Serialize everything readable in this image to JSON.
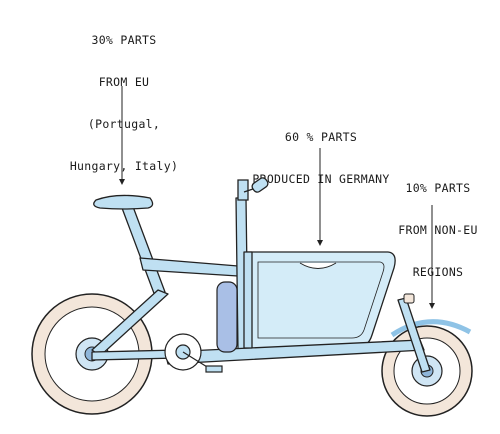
{
  "labels": {
    "eu": {
      "lines": [
        "30% PARTS",
        "FROM EU",
        "(Portugal,",
        "Hungary, Italy)"
      ]
    },
    "germany": {
      "lines": [
        "60 % PARTS",
        "PRODUCED IN GERMANY"
      ]
    },
    "non_eu": {
      "lines": [
        "10% PARTS",
        "FROM NON-EU",
        "REGIONS"
      ]
    }
  },
  "colors": {
    "frame_fill": "#bfe0f2",
    "frame_shadow": "#8fc3e6",
    "tire_fill": "#f3e6da",
    "box_fill": "#d4ecf8",
    "battery_fill": "#a9bfe6",
    "line": "#222222"
  },
  "icons": [
    "cargo-bike-illustration"
  ]
}
